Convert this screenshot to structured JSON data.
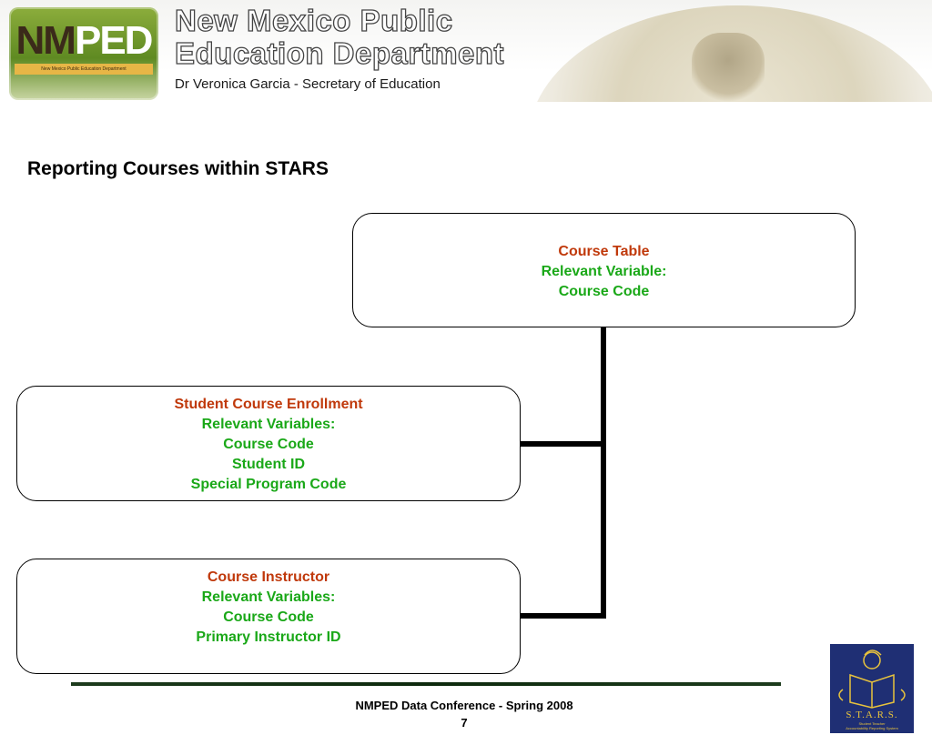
{
  "header": {
    "logo_initials_nm": "NM",
    "logo_initials_ped": "PED",
    "logo_strip": "New Mexico Public Education Department",
    "department_line1": "New Mexico Public",
    "department_line2": "Education Department",
    "secretary": "Dr Veronica Garcia - Secretary of Education",
    "seal_icon": "state-seal-icon"
  },
  "slide": {
    "title": "Reporting Courses within STARS"
  },
  "diagram": {
    "course_table": {
      "title": "Course Table",
      "variables_label": "Relevant  Variable:",
      "variables": [
        "Course Code"
      ]
    },
    "student_course_enrollment": {
      "title": "Student Course Enrollment",
      "variables_label": "Relevant Variables:",
      "variables": [
        "Course Code",
        "Student ID",
        "Special Program Code"
      ]
    },
    "course_instructor": {
      "title": "Course Instructor",
      "variables_label": "Relevant Variables:",
      "variables": [
        "Course Code",
        "Primary Instructor ID"
      ]
    },
    "colors": {
      "box_title": "#c0390b",
      "variables": "#1aa818",
      "connector": "#000000"
    }
  },
  "footer": {
    "conference": "NMPED Data Conference  - Spring 2008",
    "page_number": "7"
  },
  "stars_logo": {
    "title": "S.T.A.R.S.",
    "subtitle_line1": "Student Teacher",
    "subtitle_line2": "Accountability Reporting System",
    "icon": "reading-figure-icon"
  }
}
